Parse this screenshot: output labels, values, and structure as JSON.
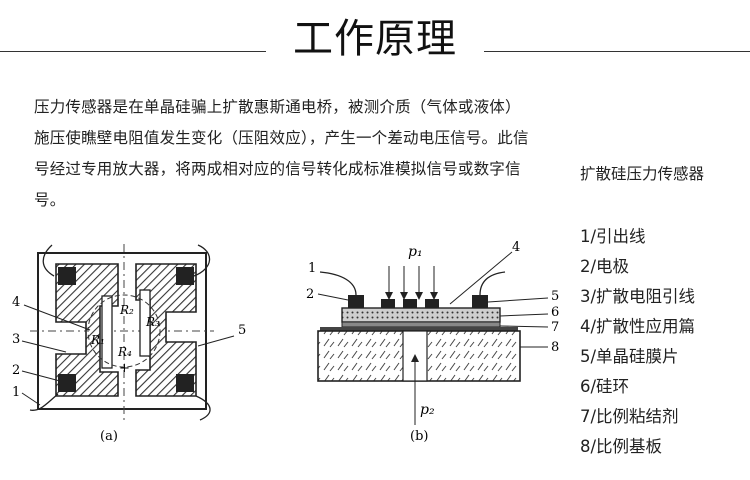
{
  "title": "工作原理",
  "description": "压力传感器是在单晶硅骗上扩散惠斯通电桥，被测介质（气体或液体）施压使瞧壁电阻值发生变化（压阻效应），产生一个差动电压信号。此信号经过专用放大器，将两成相对应的信号转化成标准模拟信号或数字信号。",
  "side_title": "扩散硅压力传感器",
  "legend": [
    "1/引出线",
    "2/电极",
    "3/扩散电阻引线",
    "4/扩散性应用篇",
    "5/单晶硅膜片",
    "6/硅环",
    "7/比例粘结剂",
    "8/比例基板"
  ],
  "figure_a": {
    "caption": "(a)",
    "numbers": [
      "4",
      "3",
      "2",
      "1",
      "5"
    ],
    "resistors": [
      "R₁",
      "R₂",
      "R₃",
      "R₄"
    ],
    "plus_sign": "+"
  },
  "figure_b": {
    "caption": "(b)",
    "numbers": [
      "1",
      "2",
      "4",
      "5",
      "6",
      "7",
      "8"
    ],
    "p1": "p₁",
    "p2": "p₂"
  }
}
